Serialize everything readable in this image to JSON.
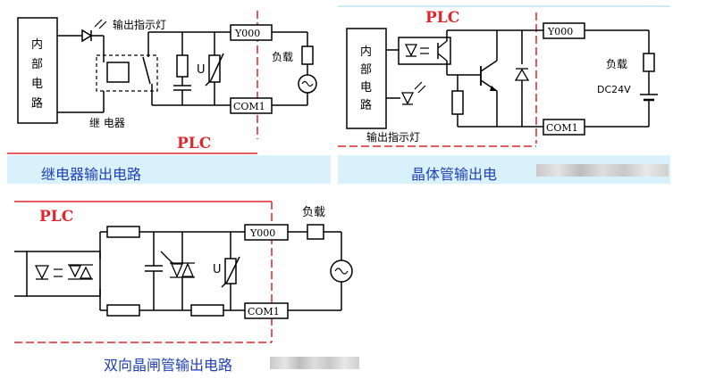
{
  "colors": {
    "plc_border": "#e0262b",
    "caption_text": "#1f3fb8",
    "caption_band": "#d9f1fb",
    "wire": "#000000"
  },
  "relay_panel": {
    "plc_label": "PLC",
    "internal_circuit_label": "内部电路",
    "indicator_label": "输出指示灯",
    "relay_label": "继 电器",
    "y_terminal": "Y000",
    "com_terminal": "COM1",
    "load_label": "负载",
    "varistor_label": "U",
    "caption": "继电器输出电路"
  },
  "transistor_panel": {
    "plc_label": "PLC",
    "internal_circuit_label": "内部电路",
    "indicator_label": "输出指示灯",
    "y_terminal": "Y000",
    "com_terminal": "COM1",
    "load_label": "负载",
    "supply_label": "DC24V",
    "caption": "晶体管输出电"
  },
  "triac_panel": {
    "plc_label": "PLC",
    "y_terminal": "Y000",
    "com_terminal": "COM1",
    "load_label": "负载",
    "varistor_label": "U",
    "caption": "双向晶闸管输出电路"
  }
}
